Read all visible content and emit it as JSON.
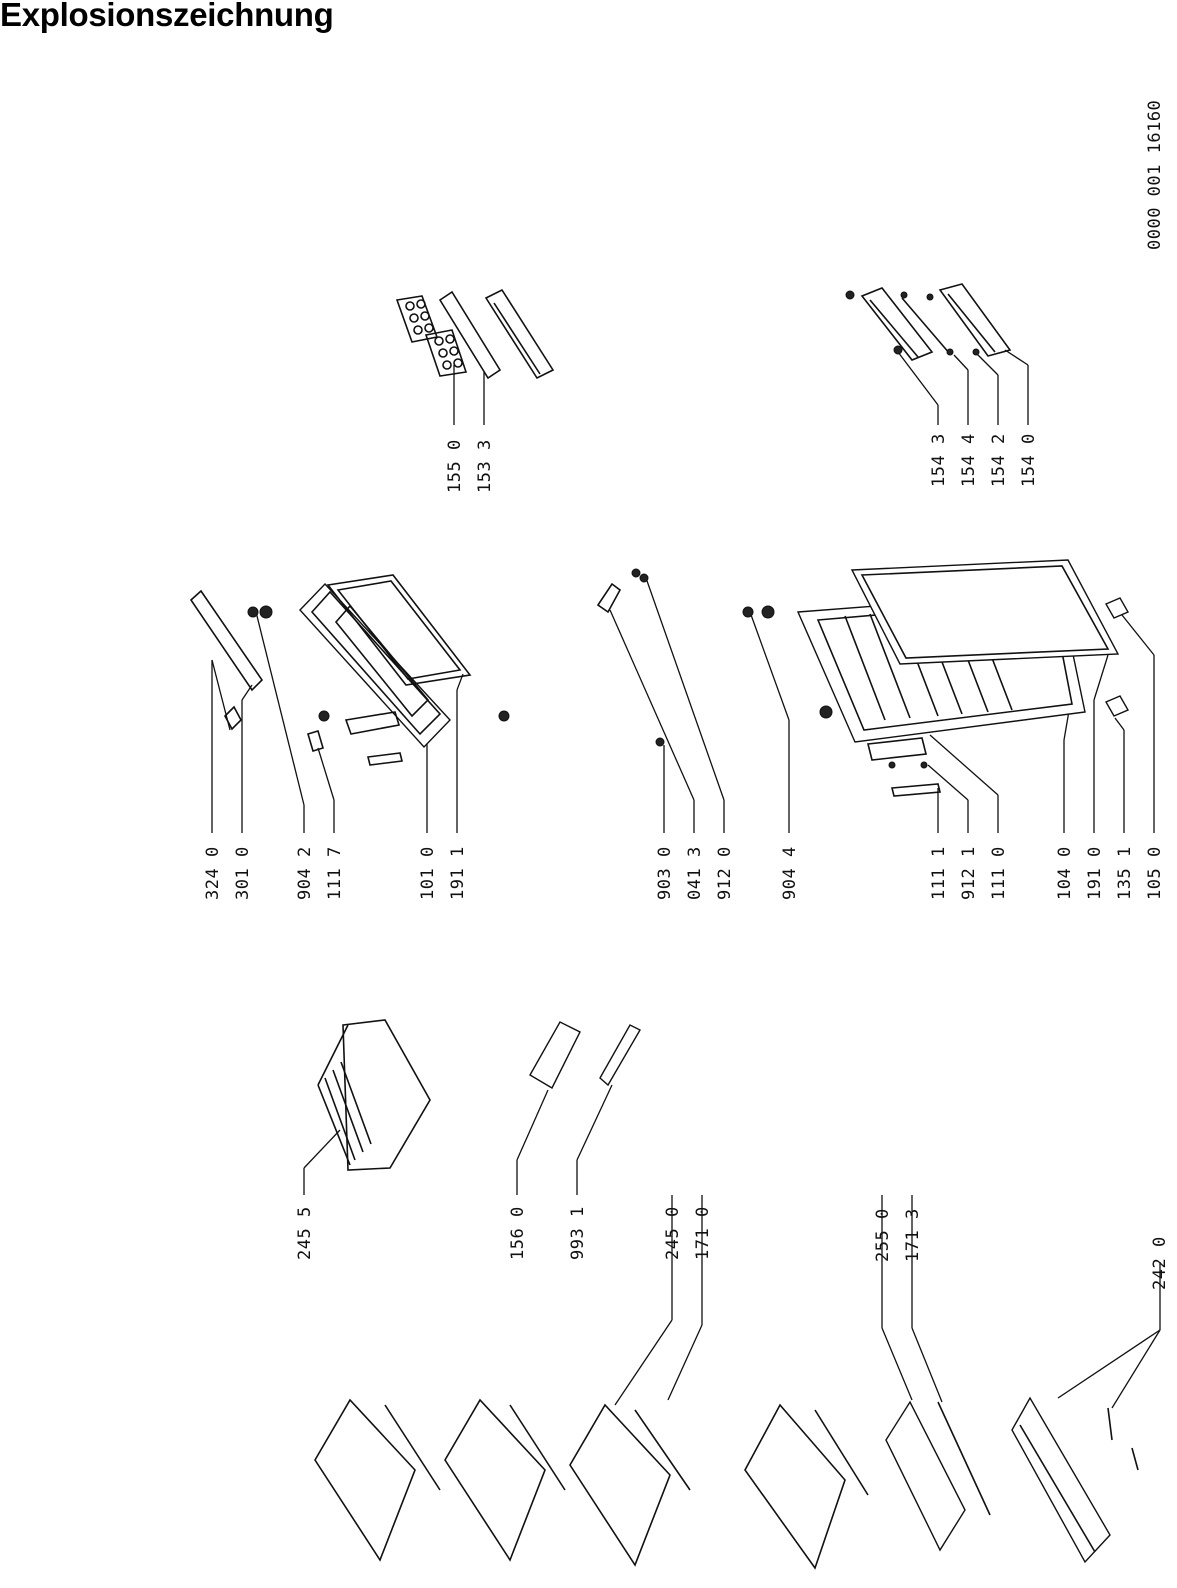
{
  "title": "Explosionszeichnung",
  "drawing_number": "0000 001  16160",
  "callouts": [
    {
      "id": "c3240",
      "text": "324 0"
    },
    {
      "id": "c3010",
      "text": "301 0"
    },
    {
      "id": "c9042",
      "text": "904 2"
    },
    {
      "id": "c1117",
      "text": "111 7"
    },
    {
      "id": "c1010",
      "text": "101 0"
    },
    {
      "id": "c1911",
      "text": "191 1"
    },
    {
      "id": "c1550",
      "text": "155 0"
    },
    {
      "id": "c1533",
      "text": "153 3"
    },
    {
      "id": "c1543",
      "text": "154 3"
    },
    {
      "id": "c1544",
      "text": "154 4"
    },
    {
      "id": "c1542",
      "text": "154 2"
    },
    {
      "id": "c1540",
      "text": "154 0"
    },
    {
      "id": "c9030",
      "text": "903 0"
    },
    {
      "id": "c0413",
      "text": "041 3"
    },
    {
      "id": "c9120",
      "text": "912 0"
    },
    {
      "id": "c9044",
      "text": "904 4"
    },
    {
      "id": "c1111",
      "text": "111 1"
    },
    {
      "id": "c9121",
      "text": "912 1"
    },
    {
      "id": "c1110",
      "text": "111 0"
    },
    {
      "id": "c1040",
      "text": "104 0"
    },
    {
      "id": "c1910",
      "text": "191 0"
    },
    {
      "id": "c1351",
      "text": "135 1"
    },
    {
      "id": "c1050",
      "text": "105 0"
    },
    {
      "id": "c2455",
      "text": "245 5"
    },
    {
      "id": "c1560",
      "text": "156 0"
    },
    {
      "id": "c9931",
      "text": "993 1"
    },
    {
      "id": "c2450",
      "text": "245 0"
    },
    {
      "id": "c1710",
      "text": "171 0"
    },
    {
      "id": "c2550",
      "text": "255 0"
    },
    {
      "id": "c1713",
      "text": "171 3"
    },
    {
      "id": "c2420",
      "text": "242 0"
    }
  ]
}
